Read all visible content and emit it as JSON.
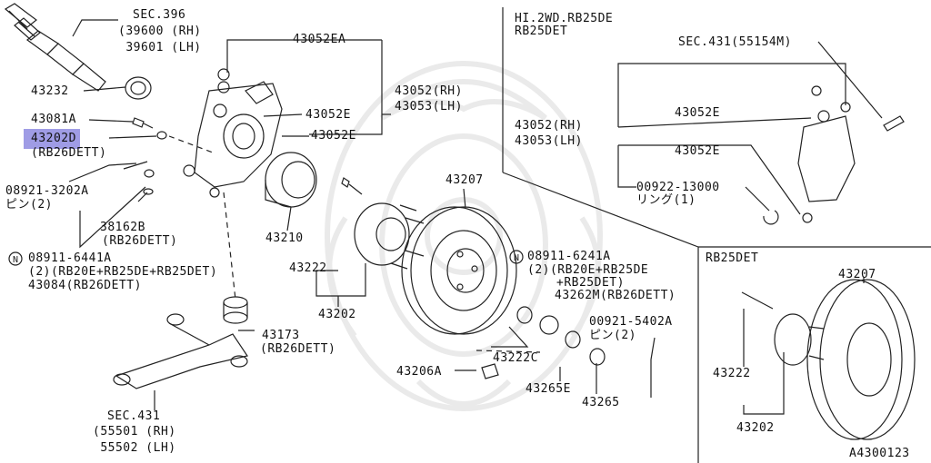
{
  "labels": {
    "sec396": "SEC.396",
    "p39600": "(39600 (RH)",
    "p39601": " 39601 (LH)",
    "p43232": "43232",
    "p43081a": "43081A",
    "p43202d_prefix": "43202",
    "p43202d_suffix": "D",
    "rb26dett_1": "(RB26DETT)",
    "p08921_3202a": "08921-3202A",
    "pin2_1": "ピン(2)",
    "p38162b": "38162B",
    "rb26dett_2": "(RB26DETT)",
    "n_mark_1": "N",
    "p08911_6441a": "08911-6441A",
    "qty_line_1": "(2)(RB20E+RB25DE+RB25DET)",
    "p43084": "43084(RB26DETT)",
    "p43052ea": "43052EA",
    "p43052e_1": "43052E",
    "p43052e_2": "43052E",
    "p43052_rh_1": "43052(RH)",
    "p43053_lh_1": "43053(LH)",
    "p43210": "43210",
    "p43207_main": "43207",
    "p43222_main": "43222",
    "p43202_main": "43202",
    "p43173": "43173",
    "rb26dett_3": "(RB26DETT)",
    "sec431_main": "SEC.431",
    "p55501": "(55501 (RH)",
    "p55502": " 55502 (LH)",
    "n_mark_2": "N",
    "p08911_6241a": "08911-6241A",
    "qty_line_2a": "(2)(RB20E+RB25DE",
    "qty_line_2b": "+RB25DET)",
    "p43262m": "43262M(RB26DETT)",
    "p43222c": "43222C",
    "p00921_5402a": "00921-5402A",
    "pin2_2": "ピン(2)",
    "p43206a": "43206A",
    "p43265e": "43265E",
    "p43265": "43265",
    "inset1_title_1": "HI.2WD.RB25DE",
    "inset1_title_2": "RB25DET",
    "sec431_inset": "SEC.431(55154M)",
    "p43052e_inset_1": "43052E",
    "p43052_rh_2": "43052(RH)",
    "p43053_lh_2": "43053(LH)",
    "p43052e_inset_2": "43052E",
    "p00922_13000": "00922-13000",
    "ring1": "リング(1)",
    "inset2_title": "RB25DET",
    "p43207_inset": "43207",
    "p43222_inset": "43222",
    "p43202_inset": "43202",
    "figure_id": "A4300123"
  },
  "colors": {
    "line": "#222222",
    "highlight": "#8e8be0",
    "background": "#ffffff"
  },
  "icons": {
    "watermark": "ornamental-crest-watermark",
    "n_marker": "circled-n-icon"
  }
}
